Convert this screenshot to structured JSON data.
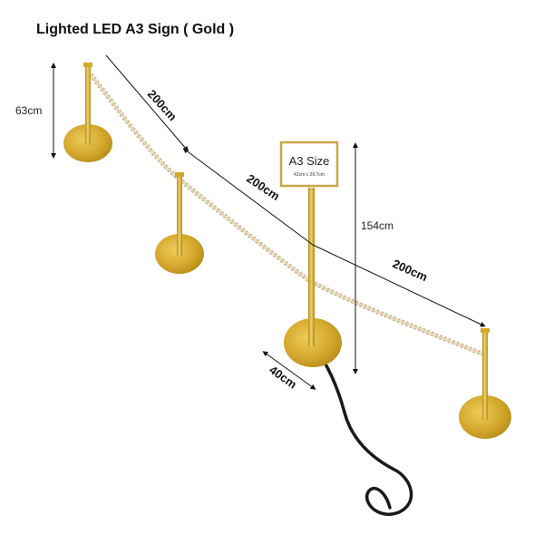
{
  "title": "Lighted LED A3 Sign ( Gold )",
  "dimensions": {
    "post_height": "63cm",
    "span_1": "200cm",
    "span_2": "200cm",
    "span_3": "200cm",
    "sign_post_height": "154cm",
    "base_diameter": "40cm"
  },
  "sign": {
    "label": "A3 Size",
    "size_text": "42cm x 29.7cm"
  },
  "colors": {
    "gold": "#d4a72c",
    "gold_dark": "#b48a1a",
    "rope": "#c8b68f",
    "cable": "#1a1a1a",
    "frame": "#c9a646"
  }
}
